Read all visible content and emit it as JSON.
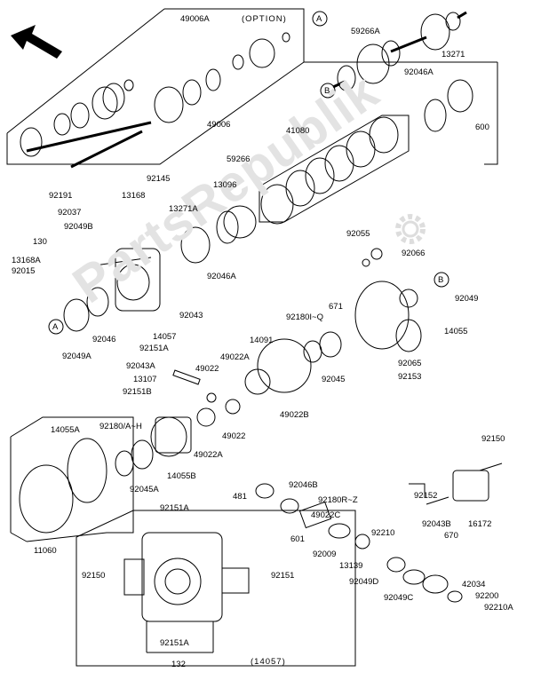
{
  "watermark": "PartsRepublik",
  "option_note": "(OPTION)",
  "assembly_note": "(14057)",
  "markers": {
    "a": "A",
    "b": "B"
  },
  "labels": {
    "p49006A": "49006A",
    "p59266A": "59266A",
    "p13271": "13271",
    "p92046A_top": "92046A",
    "p600": "600",
    "p49006": "49006",
    "p59266": "59266",
    "p41080": "41080",
    "p92191": "92191",
    "p92145": "92145",
    "p13168": "13168",
    "p13271A": "13271A",
    "p13096": "13096",
    "p92037": "92037",
    "p92049B": "92049B",
    "p130": "130",
    "p13168A": "13168A",
    "p92015": "92015",
    "p92046A_mid": "92046A",
    "p92043": "92043",
    "p14057": "14057",
    "p92046": "92046",
    "p92049A": "92049A",
    "p92151A": "92151A",
    "p92055": "92055",
    "p92066": "92066",
    "p92049": "92049",
    "p671": "671",
    "p92180IQ": "92180I~Q",
    "p14055": "14055",
    "p14091": "14091",
    "p92043A": "92043A",
    "p49022": "49022",
    "p49022A_top": "49022A",
    "p13107": "13107",
    "p92151B": "92151B",
    "p92045": "92045",
    "p92065": "92065",
    "p92153": "92153",
    "p49022B": "49022B",
    "p92180AH": "92180/A~H",
    "p49022_b": "49022",
    "p14055A": "14055A",
    "p49022A_b": "49022A",
    "p14055B": "14055B",
    "p92045A": "92045A",
    "p92150_r": "92150",
    "p11060": "11060",
    "p481": "481",
    "p92046B": "92046B",
    "p92180RZ": "92180R~Z",
    "p49022C": "49022C",
    "p92152": "92152",
    "p16172": "16172",
    "p92043B": "92043B",
    "p670": "670",
    "p601": "601",
    "p92210_a": "92210",
    "p92009": "92009",
    "p13139": "13139",
    "p92049D": "92049D",
    "p42034": "42034",
    "p92200": "92200",
    "p92049C": "92049C",
    "p92210A": "92210A",
    "p92151A_top": "92151A",
    "p92150_l": "92150",
    "p92151_r": "92151",
    "p92151A_bot": "92151A",
    "p132": "132"
  }
}
